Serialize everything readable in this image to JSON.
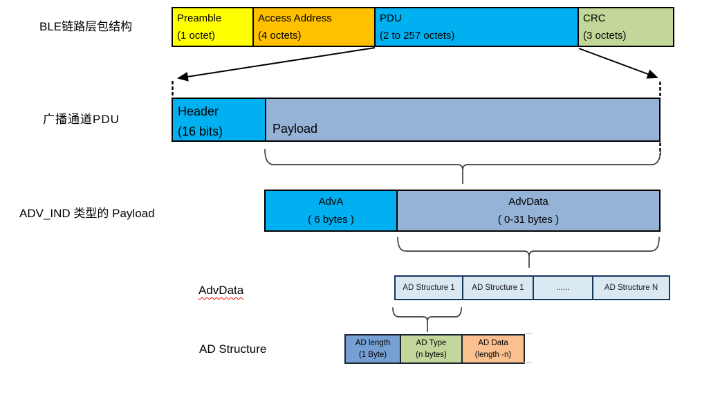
{
  "diagram_title": "BLE link layer packet structure diagram",
  "rows": {
    "packet": {
      "label": "BLE链路层包结构",
      "cells": [
        {
          "name": "Preamble",
          "size": "(1 octet)"
        },
        {
          "name": "Access Address",
          "size": "(4 octets)"
        },
        {
          "name": "PDU",
          "size": "(2 to 257 octets)"
        },
        {
          "name": "CRC",
          "size": "(3 octets)"
        }
      ]
    },
    "pdu": {
      "label": "广播通道PDU",
      "cells": [
        {
          "name": "Header",
          "size": "(16 bits)"
        },
        {
          "name": "Payload",
          "size": ""
        }
      ]
    },
    "payload": {
      "label": "ADV_IND 类型的 Payload",
      "cells": [
        {
          "name": "AdvA",
          "size": "( 6 bytes )"
        },
        {
          "name": "AdvData",
          "size": "( 0-31 bytes )"
        }
      ]
    },
    "advdata": {
      "label": "AdvData",
      "cells": [
        "AD Structure 1",
        "AD Structure 1",
        "......",
        "AD Structure N"
      ]
    },
    "adstructure": {
      "label": "AD Structure",
      "cells": [
        {
          "name": "AD length",
          "size": "(1 Byte)"
        },
        {
          "name": "AD Type",
          "size": "(n bytes)"
        },
        {
          "name": "AD Data",
          "size": "(length -n)"
        }
      ]
    }
  },
  "colors": {
    "preamble_yellow": "#FFFF00",
    "access_address_orange": "#FFC000",
    "pdu_cyan": "#00B0F0",
    "crc_green": "#C4D79B",
    "payload_steel_blue": "#95B3D7",
    "ad_structure_pale_blue": "#DAE8F2",
    "ad_length_blue": "#76A0D4",
    "ad_type_green": "#C3D69B",
    "ad_data_orange": "#FAC090",
    "ad_structure_border": "#17375E",
    "spellcheck_underline_red": "#FF0000",
    "connector_black": "#000000"
  }
}
